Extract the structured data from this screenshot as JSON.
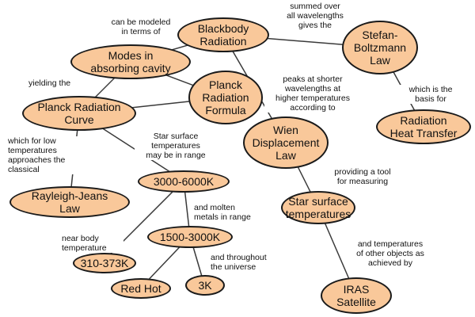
{
  "diagram": {
    "colors": {
      "node_fill": "#f9c89a",
      "node_stroke": "#1a1a1a",
      "edge": "#3a3a3a"
    },
    "nodes": {
      "blackbody": "Blackbody\nRadiation",
      "modes": "Modes in\nabsorbing cavity",
      "planck_formula": "Planck\nRadiation\nFormula",
      "planck_curve": "Planck Radiation\nCurve",
      "stefan": "Stefan-\nBoltzmann\nLaw",
      "heat": "Radiation\nHeat Transfer",
      "wien": "Wien\nDisplacement\nLaw",
      "rayleigh": "Rayleigh-Jeans\nLaw",
      "range_3000": "3000-6000K",
      "range_1500": "1500-3000K",
      "body": "310-373K",
      "redhot": "Red Hot",
      "k3": "3K",
      "star": "Star surface\ntemperatures",
      "iras": "IRAS\nSatellite"
    },
    "links": {
      "modeled": "can be modeled\nin terms of",
      "summed": "summed over\nall wavelengths\ngives the",
      "basis": "which is the\nbasis for",
      "yielding": "yielding the",
      "peaks": "peaks at shorter\nwavelengths at\nhigher temperatures\naccording to",
      "low_temp": "which for low\ntemperatures\napproaches the\nclassical",
      "star_range": "Star surface\ntemperatures\nmay be in range",
      "tool": "providing a tool\nfor measuring",
      "molten": "and molten\nmetals in range",
      "near_body": "near body\ntemperature",
      "throughout": "and throughout\nthe universe",
      "other_objects": "and temperatures\nof other objects as\nachieved by"
    }
  }
}
